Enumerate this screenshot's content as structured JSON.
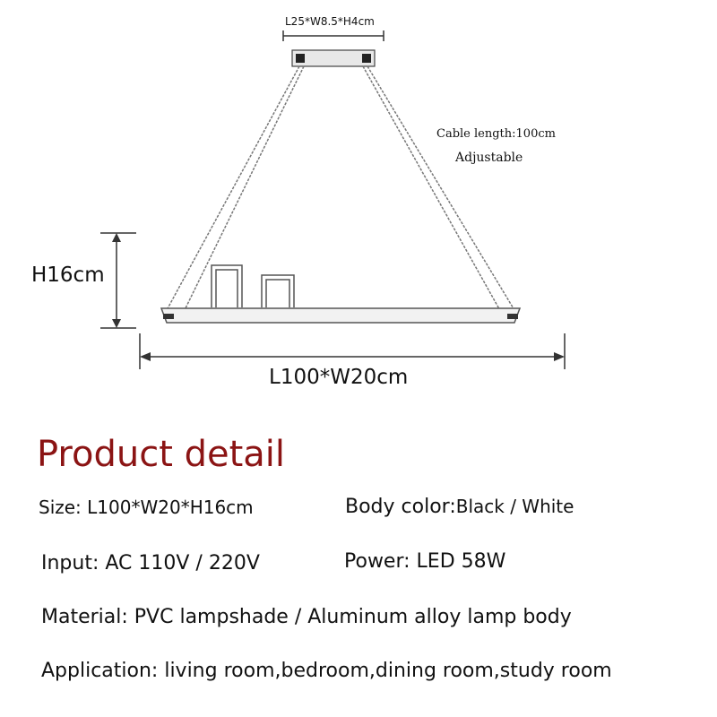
{
  "diagram": {
    "canopy_dims": "L25*W8.5*H4cm",
    "cable_length": "Cable length:100cm",
    "adjustable": "Adjustable",
    "height_dim": "H16cm",
    "length_dim": "L100*W20cm"
  },
  "detail": {
    "title": "Product detail",
    "size": "Size: L100*W20*H16cm",
    "body_color_label": "Body color:",
    "body_color_value": "Black / White",
    "input": "Input: AC 110V / 220V",
    "power": "Power: LED 58W",
    "material": "Material: PVC lampshade / Aluminum alloy lamp body",
    "application": "Application: living room,bedroom,dining room,study room"
  }
}
